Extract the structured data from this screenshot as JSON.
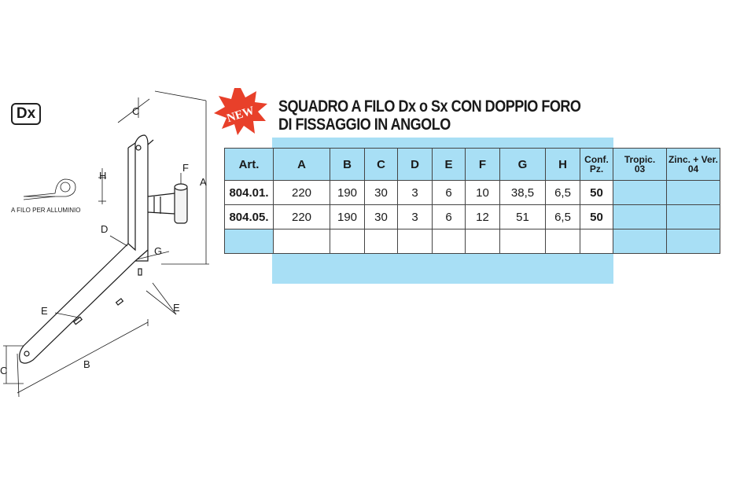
{
  "badge": "Dx",
  "new_badge": "NEW",
  "title": {
    "line1": "SQUADRO A FILO Dx o Sx CON DOPPIO FORO",
    "line2": "DI FISSAGGIO IN ANGOLO"
  },
  "drawing": {
    "labels": [
      "A",
      "B",
      "C",
      "C",
      "D",
      "E",
      "E",
      "F",
      "G",
      "H"
    ],
    "caption": "A FILO PER ALLUMINIO"
  },
  "table": {
    "headers": [
      "Art.",
      "A",
      "B",
      "C",
      "D",
      "E",
      "F",
      "G",
      "H",
      "Conf.",
      "Pz.",
      "Tropic.",
      "03",
      "Zinc. + Ver.",
      "04"
    ],
    "rows": [
      [
        "804.01.",
        "220",
        "190",
        "30",
        "3",
        "6",
        "10",
        "38,5",
        "6,5",
        "50",
        "",
        ""
      ],
      [
        "804.05.",
        "220",
        "190",
        "30",
        "3",
        "6",
        "12",
        "51",
        "6,5",
        "50",
        "",
        ""
      ],
      [
        "",
        "",
        "",
        "",
        "",
        "",
        "",
        "",
        "",
        "",
        "",
        ""
      ]
    ]
  }
}
